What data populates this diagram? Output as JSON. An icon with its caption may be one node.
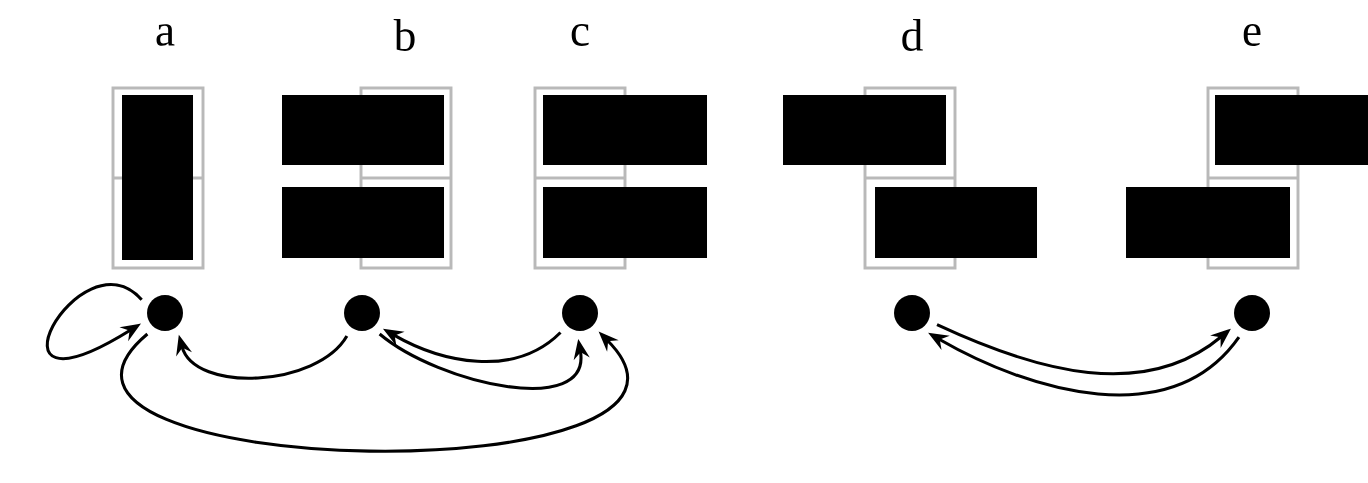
{
  "diagram": {
    "nodes": [
      {
        "text": [],
        "shape": "circle"
      },
      {
        "text": [],
        "shape": "circle"
      },
      {
        "text": [],
        "shape": "circle"
      },
      {
        "text": [],
        "shape": "circle"
      },
      {
        "text": [],
        "shape": "circle"
      }
    ],
    "edges": [
      {
        "from": 0,
        "to": 0,
        "arrow": "to"
      },
      {
        "from": 1,
        "to": 0,
        "arrow": "to"
      },
      {
        "from": 1,
        "to": 2,
        "arrow": "to"
      },
      {
        "from": 2,
        "to": 1,
        "arrow": "to"
      },
      {
        "from": 0,
        "to": 2,
        "arrow": "to"
      },
      {
        "from": 3,
        "to": 4,
        "arrow": "to"
      },
      {
        "from": 4,
        "to": 3,
        "arrow": "to"
      }
    ],
    "labels": [
      "a",
      "b",
      "c",
      "d",
      "e"
    ]
  }
}
